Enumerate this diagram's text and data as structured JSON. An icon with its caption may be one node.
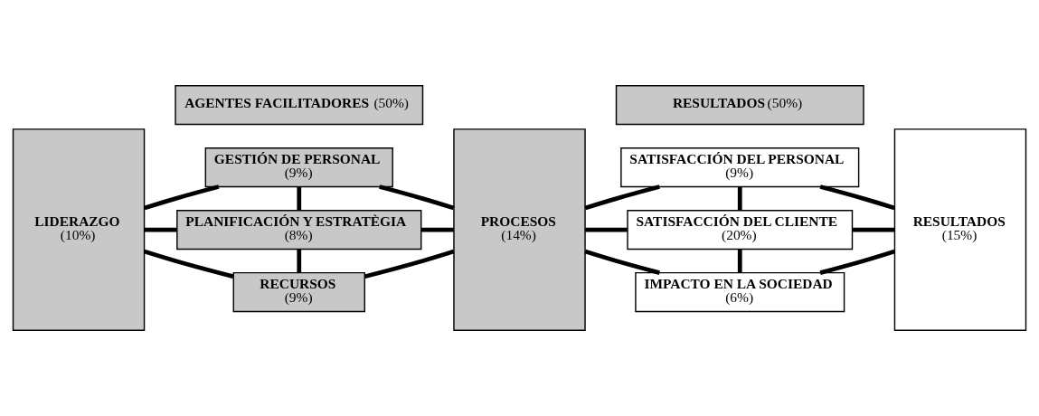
{
  "diagram": {
    "nodes": [
      {
        "text": [
          "LIDERAZGO",
          "(10%)"
        ]
      },
      {
        "text": [
          "GESTIÓN DE PERSONAL",
          "(9%)"
        ]
      },
      {
        "text": [
          "PLANIFICACIÓN Y ESTRATÈGIA",
          "(8%)"
        ]
      },
      {
        "text": [
          "RECURSOS",
          "(9%)"
        ]
      },
      {
        "text": [
          "PROCESOS",
          "(14%)"
        ]
      },
      {
        "text": [
          "SATISFACCIÓN DEL PERSONAL",
          "(9%)"
        ]
      },
      {
        "text": [
          "SATISFACCIÓN DEL CLIENTE",
          "(20%)"
        ]
      },
      {
        "text": [
          "IMPACTO EN LA SOCIEDAD",
          "(6%)"
        ]
      },
      {
        "text": [
          "RESULTADOS",
          "(15%)"
        ]
      },
      {
        "text": [
          "AGENTES FACILITADORES",
          "(50%)"
        ]
      },
      {
        "text": [
          "RESULTADOS",
          "(50%)"
        ]
      }
    ],
    "edges": [
      {
        "from": 0,
        "to": 1,
        "arrow": "none"
      },
      {
        "from": 0,
        "to": 2,
        "arrow": "none"
      },
      {
        "from": 0,
        "to": 3,
        "arrow": "none"
      },
      {
        "from": 1,
        "to": 2,
        "arrow": "none"
      },
      {
        "from": 2,
        "to": 3,
        "arrow": "none"
      },
      {
        "from": 1,
        "to": 4,
        "arrow": "none"
      },
      {
        "from": 2,
        "to": 4,
        "arrow": "none"
      },
      {
        "from": 3,
        "to": 4,
        "arrow": "none"
      },
      {
        "from": 4,
        "to": 5,
        "arrow": "none"
      },
      {
        "from": 4,
        "to": 6,
        "arrow": "none"
      },
      {
        "from": 4,
        "to": 7,
        "arrow": "none"
      },
      {
        "from": 5,
        "to": 6,
        "arrow": "none"
      },
      {
        "from": 6,
        "to": 7,
        "arrow": "none"
      },
      {
        "from": 5,
        "to": 8,
        "arrow": "none"
      },
      {
        "from": 6,
        "to": 8,
        "arrow": "none"
      },
      {
        "from": 7,
        "to": 8,
        "arrow": "none"
      }
    ]
  }
}
